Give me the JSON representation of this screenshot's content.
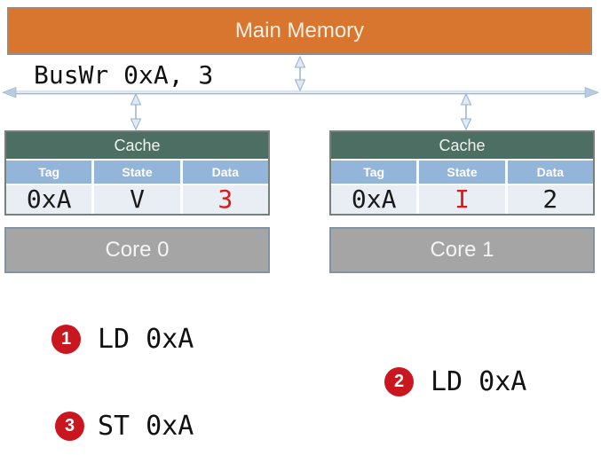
{
  "diagram": {
    "memory_label": "Main Memory",
    "bus_label": "BusWr 0xA, 3"
  },
  "caches": [
    {
      "title": "Cache",
      "columns": [
        "Tag",
        "State",
        "Data"
      ],
      "row": {
        "tag": {
          "text": "0xA",
          "color": "#1a1a1a"
        },
        "state": {
          "text": "V",
          "color": "#1a1a1a"
        },
        "data": {
          "text": "3",
          "color": "#e01717"
        }
      }
    },
    {
      "title": "Cache",
      "columns": [
        "Tag",
        "State",
        "Data"
      ],
      "row": {
        "tag": {
          "text": "0xA",
          "color": "#1a1a1a"
        },
        "state": {
          "text": "I",
          "color": "#e01717"
        },
        "data": {
          "text": "2",
          "color": "#1a1a1a"
        }
      }
    }
  ],
  "cores": [
    {
      "label": "Core 0"
    },
    {
      "label": "Core 1"
    }
  ],
  "events": [
    {
      "num": "1",
      "label": "LD 0xA"
    },
    {
      "num": "2",
      "label": "LD 0xA"
    },
    {
      "num": "3",
      "label": "ST 0xA"
    }
  ],
  "colors": {
    "memory_fill": "#d8762f",
    "memory_border": "#8f8f8f",
    "cache_header_fill": "#4d6e62",
    "column_header_fill": "#92b5d9",
    "data_row_fill": "#e9eef5",
    "cache_border": "#75827b",
    "core_fill": "#a5a5a5",
    "core_border": "#7f94a4",
    "badge_red": "#c9161f",
    "value_red": "#e01717",
    "bus_arrow_blue": "#9cb8d4"
  }
}
